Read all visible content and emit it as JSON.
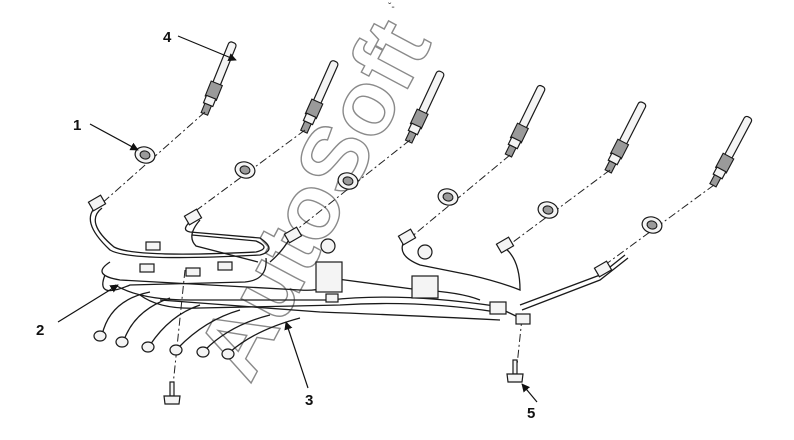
{
  "diagram": {
    "callouts": [
      {
        "id": "1",
        "label": "1"
      },
      {
        "id": "2",
        "label": "2"
      },
      {
        "id": "3",
        "label": "3"
      },
      {
        "id": "4",
        "label": "4"
      },
      {
        "id": "5",
        "label": "5"
      }
    ],
    "watermark": "AutoSoft",
    "top_mark": "ˇ-"
  }
}
